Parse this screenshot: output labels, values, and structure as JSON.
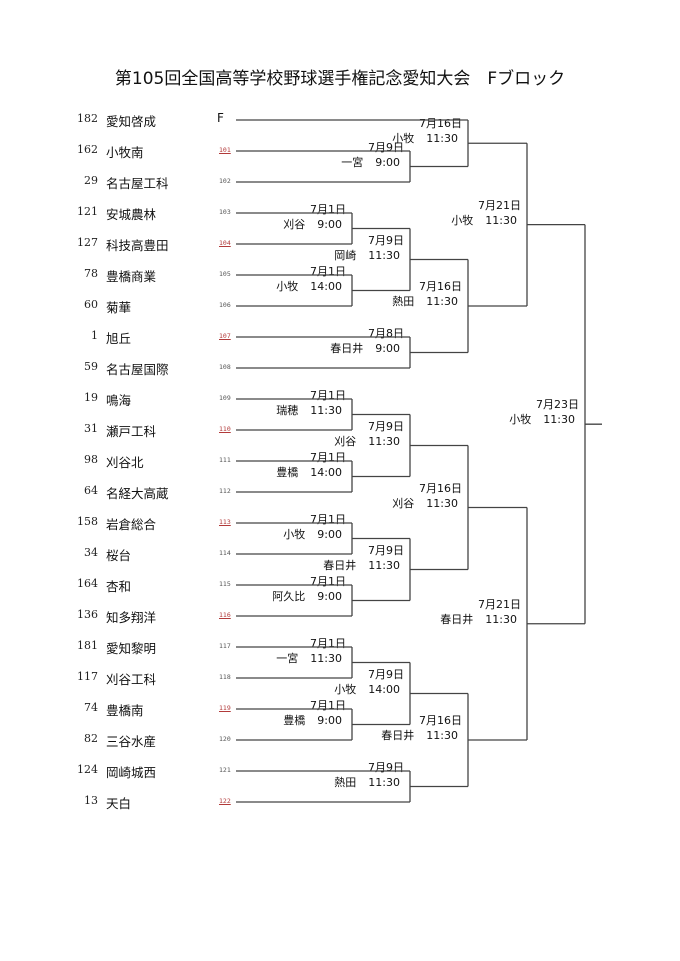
{
  "title": "第105回全国高等学校野球選手権記念愛知大会　Fブロック",
  "teams": [
    {
      "seed": "182",
      "name": "愛知啓成",
      "mark": "F",
      "game": ""
    },
    {
      "seed": "162",
      "name": "小牧南",
      "game": "101",
      "red": true
    },
    {
      "seed": "29",
      "name": "名古屋工科",
      "game": "102"
    },
    {
      "seed": "121",
      "name": "安城農林",
      "game": "103"
    },
    {
      "seed": "127",
      "name": "科技高豊田",
      "game": "104",
      "red": true
    },
    {
      "seed": "78",
      "name": "豊橋商業",
      "game": "105"
    },
    {
      "seed": "60",
      "name": "菊華",
      "game": "106"
    },
    {
      "seed": "1",
      "name": "旭丘",
      "game": "107",
      "red": true
    },
    {
      "seed": "59",
      "name": "名古屋国際",
      "game": "108"
    },
    {
      "seed": "19",
      "name": "鳴海",
      "game": "109"
    },
    {
      "seed": "31",
      "name": "瀬戸工科",
      "game": "110",
      "red": true
    },
    {
      "seed": "98",
      "name": "刈谷北",
      "game": "111"
    },
    {
      "seed": "64",
      "name": "名経大高蔵",
      "game": "112"
    },
    {
      "seed": "158",
      "name": "岩倉総合",
      "game": "113",
      "red": true
    },
    {
      "seed": "34",
      "name": "桜台",
      "game": "114"
    },
    {
      "seed": "164",
      "name": "杏和",
      "game": "115"
    },
    {
      "seed": "136",
      "name": "知多翔洋",
      "game": "116",
      "red": true
    },
    {
      "seed": "181",
      "name": "愛知黎明",
      "game": "117"
    },
    {
      "seed": "117",
      "name": "刈谷工科",
      "game": "118"
    },
    {
      "seed": "74",
      "name": "豊橋南",
      "game": "119",
      "red": true
    },
    {
      "seed": "82",
      "name": "三谷水産",
      "game": "120"
    },
    {
      "seed": "124",
      "name": "岡崎城西",
      "game": "121"
    },
    {
      "seed": "13",
      "name": "天白",
      "game": "122",
      "red": true
    }
  ],
  "matches": [
    {
      "id": "r1a",
      "date": "7月1日",
      "venue": "刈谷",
      "time": "9:00"
    },
    {
      "id": "r1b",
      "date": "7月1日",
      "venue": "小牧",
      "time": "14:00"
    },
    {
      "id": "r1c",
      "date": "7月1日",
      "venue": "瑞穂",
      "time": "11:30"
    },
    {
      "id": "r1d",
      "date": "7月1日",
      "venue": "豊橋",
      "time": "14:00"
    },
    {
      "id": "r1e",
      "date": "7月1日",
      "venue": "小牧",
      "time": "9:00"
    },
    {
      "id": "r1f",
      "date": "7月1日",
      "venue": "阿久比",
      "time": "9:00"
    },
    {
      "id": "r1g",
      "date": "7月1日",
      "venue": "一宮",
      "time": "11:30"
    },
    {
      "id": "r1h",
      "date": "7月1日",
      "venue": "豊橋",
      "time": "9:00"
    },
    {
      "id": "r2a",
      "date": "7月9日",
      "venue": "一宮",
      "time": "9:00"
    },
    {
      "id": "r2b",
      "date": "7月9日",
      "venue": "岡崎",
      "time": "11:30"
    },
    {
      "id": "r2c",
      "date": "7月8日",
      "venue": "春日井",
      "time": "9:00"
    },
    {
      "id": "r2d",
      "date": "7月9日",
      "venue": "刈谷",
      "time": "11:30"
    },
    {
      "id": "r2e",
      "date": "7月9日",
      "venue": "春日井",
      "time": "11:30"
    },
    {
      "id": "r2f",
      "date": "7月9日",
      "venue": "小牧",
      "time": "14:00"
    },
    {
      "id": "r2g",
      "date": "7月9日",
      "venue": "熱田",
      "time": "11:30"
    },
    {
      "id": "r3a",
      "date": "7月16日",
      "venue": "小牧",
      "time": "11:30"
    },
    {
      "id": "r3b",
      "date": "7月16日",
      "venue": "熱田",
      "time": "11:30"
    },
    {
      "id": "r3c",
      "date": "7月16日",
      "venue": "刈谷",
      "time": "11:30"
    },
    {
      "id": "r3d",
      "date": "7月16日",
      "venue": "春日井",
      "time": "11:30"
    },
    {
      "id": "r4a",
      "date": "7月21日",
      "venue": "小牧",
      "time": "11:30"
    },
    {
      "id": "r4b",
      "date": "7月21日",
      "venue": "春日井",
      "time": "11:30"
    },
    {
      "id": "final",
      "date": "7月23日",
      "venue": "小牧",
      "time": "11:30"
    }
  ]
}
